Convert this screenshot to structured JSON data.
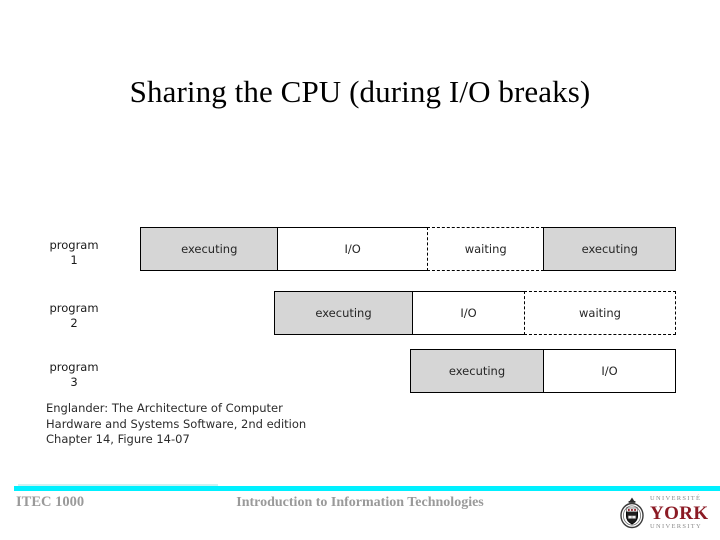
{
  "slide": {
    "title": "Sharing the CPU (during I/O breaks)"
  },
  "figure": {
    "rows": [
      {
        "label_line1": "program",
        "label_line2": "1",
        "segments": [
          {
            "text": "executing",
            "state": "executing"
          },
          {
            "text": "I/O",
            "state": "io"
          },
          {
            "text": "waiting",
            "state": "waiting"
          },
          {
            "text": "executing",
            "state": "executing"
          }
        ]
      },
      {
        "label_line1": "program",
        "label_line2": "2",
        "segments": [
          {
            "text": "executing",
            "state": "executing"
          },
          {
            "text": "I/O",
            "state": "io"
          },
          {
            "text": "waiting",
            "state": "waiting"
          }
        ]
      },
      {
        "label_line1": "program",
        "label_line2": "3",
        "segments": [
          {
            "text": "executing",
            "state": "executing"
          },
          {
            "text": "I/O",
            "state": "io"
          }
        ]
      }
    ],
    "caption": "Englander: The Architecture of Computer\nHardware and Systems Software, 2nd edition\nChapter 14, Figure 14-07"
  },
  "footer": {
    "course_code": "ITEC 1000",
    "course_title": "Introduction to Information Technologies",
    "rule_color": "#00f0ff",
    "logo": {
      "top_text": "UNIVERSITÉ",
      "main_text": "YORK",
      "bottom_text": "UNIVERSITY",
      "brand_color": "#8b1a24"
    }
  }
}
